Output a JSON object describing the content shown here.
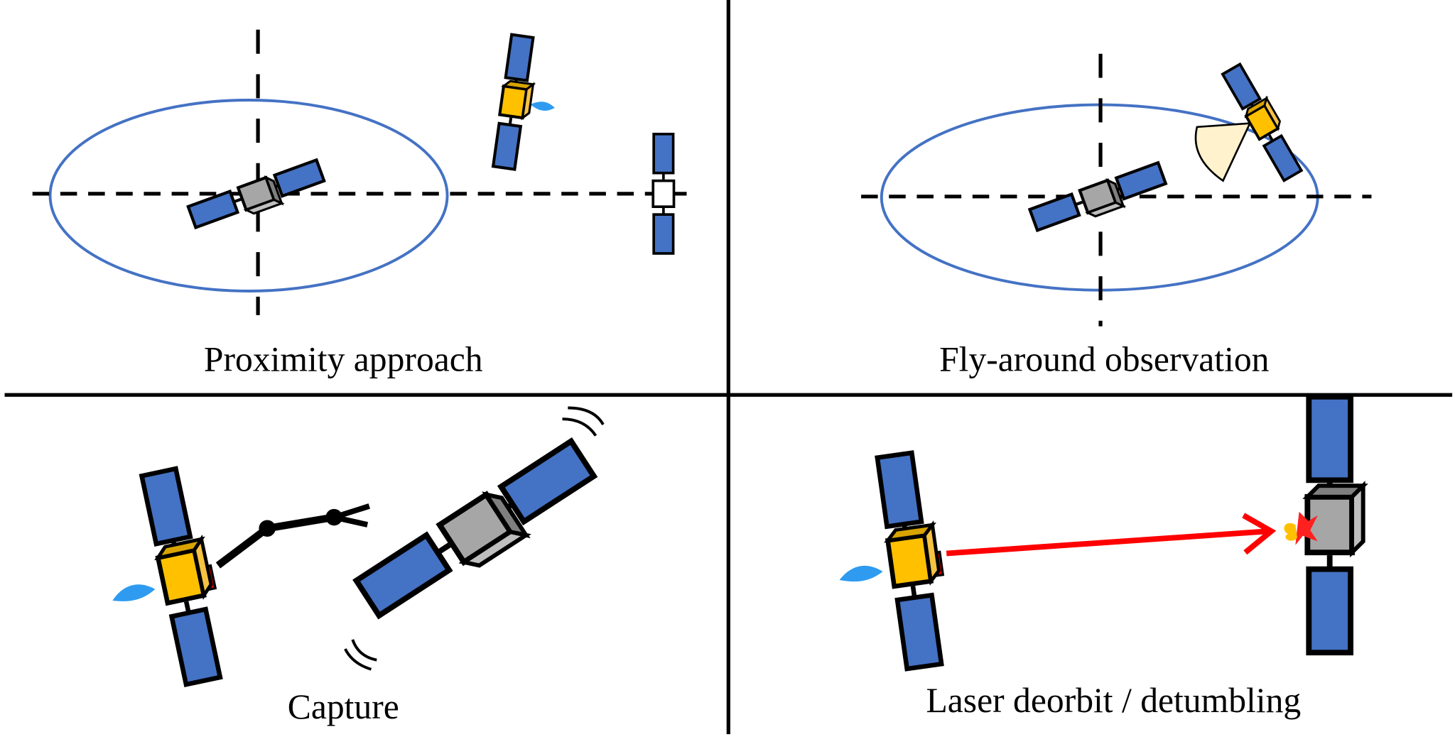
{
  "panels": [
    {
      "label": "Proximity approach"
    },
    {
      "label": "Fly-around observation"
    },
    {
      "label": "Capture"
    },
    {
      "label": "Laser deorbit / detumbling"
    }
  ],
  "colors": {
    "orbit": "#4472C4",
    "solar_panel": "#4472C4",
    "servicer_body": "#FFC000",
    "target_body": "#A6A6A6",
    "laser": "#FF0000",
    "sensor_cone": "#FFF2CC",
    "thruster_flame": "#2E9BF0"
  }
}
